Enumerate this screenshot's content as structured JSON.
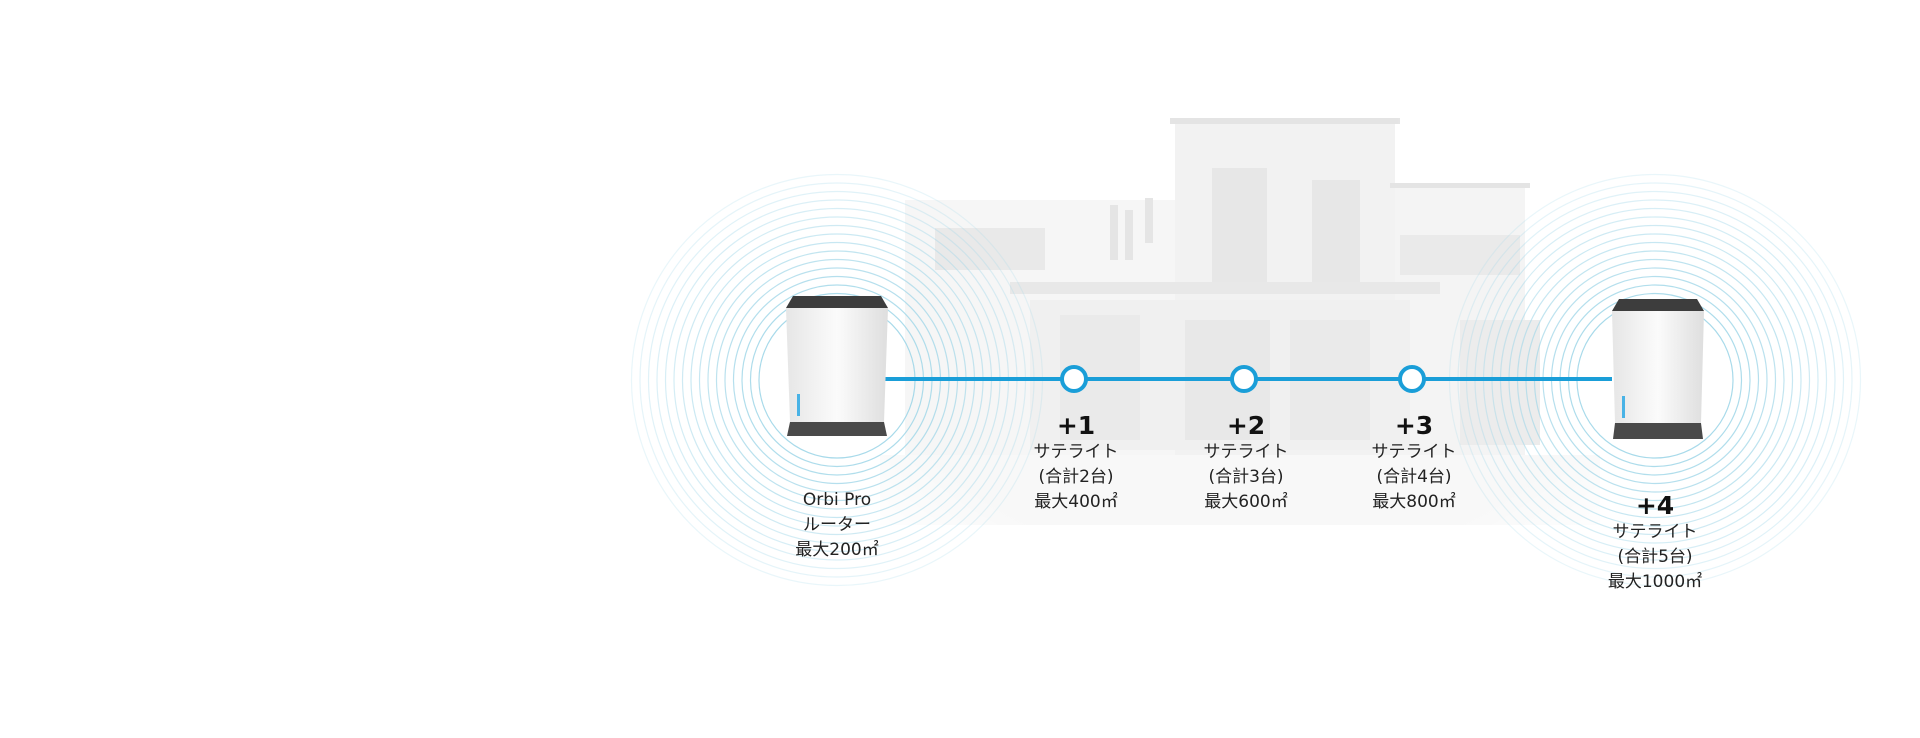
{
  "colors": {
    "accent": "#1a9ed8",
    "ring": "#9fd6e8",
    "device_body": "#f4f4f4",
    "device_base": "#4a4a4a",
    "house": "#d9d9d9"
  },
  "router": {
    "name": "Orbi Pro",
    "type": "ルーター",
    "coverage": "最大200㎡",
    "icon": "orbi-router-device"
  },
  "satellites": [
    {
      "plus": "+1",
      "type": "サテライト",
      "total": "(合計2台)",
      "coverage": "最大400㎡"
    },
    {
      "plus": "+2",
      "type": "サテライト",
      "total": "(合計3台)",
      "coverage": "最大600㎡"
    },
    {
      "plus": "+3",
      "type": "サテライト",
      "total": "(合計4台)",
      "coverage": "最大800㎡"
    },
    {
      "plus": "+4",
      "type": "サテライト",
      "total": "(合計5台)",
      "coverage": "最大1000㎡",
      "icon": "orbi-satellite-device"
    }
  ],
  "background": {
    "icon": "house-silhouette"
  }
}
